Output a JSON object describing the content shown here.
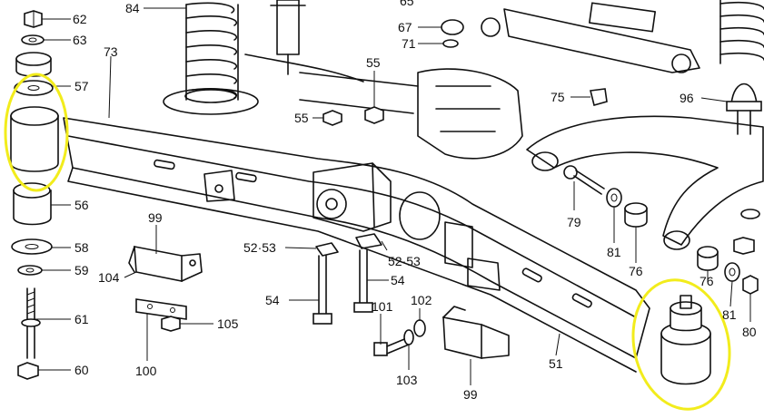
{
  "colors": {
    "ink": "#111111",
    "highlight": "#f2ec1c",
    "paper": "#ffffff"
  },
  "labels": {
    "l62": "62",
    "l63": "63",
    "l84": "84",
    "l65": "65",
    "l67": "67",
    "l71": "71",
    "l73": "73",
    "l57": "57",
    "l55a": "55",
    "l55b": "55",
    "l75": "75",
    "l96": "96",
    "l56": "56",
    "l58": "58",
    "l59": "59",
    "l61": "61",
    "l60": "60",
    "l99a": "99",
    "l104": "104",
    "l105": "105",
    "l100": "100",
    "l5253a": "52·53",
    "l5253b": "52·53",
    "l54a": "54",
    "l54b": "54",
    "l101": "101",
    "l102": "102",
    "l103": "103",
    "l99b": "99",
    "l51": "51",
    "l79": "79",
    "l81a": "81",
    "l76a": "76",
    "l76b": "76",
    "l81b": "81",
    "l80": "80"
  }
}
